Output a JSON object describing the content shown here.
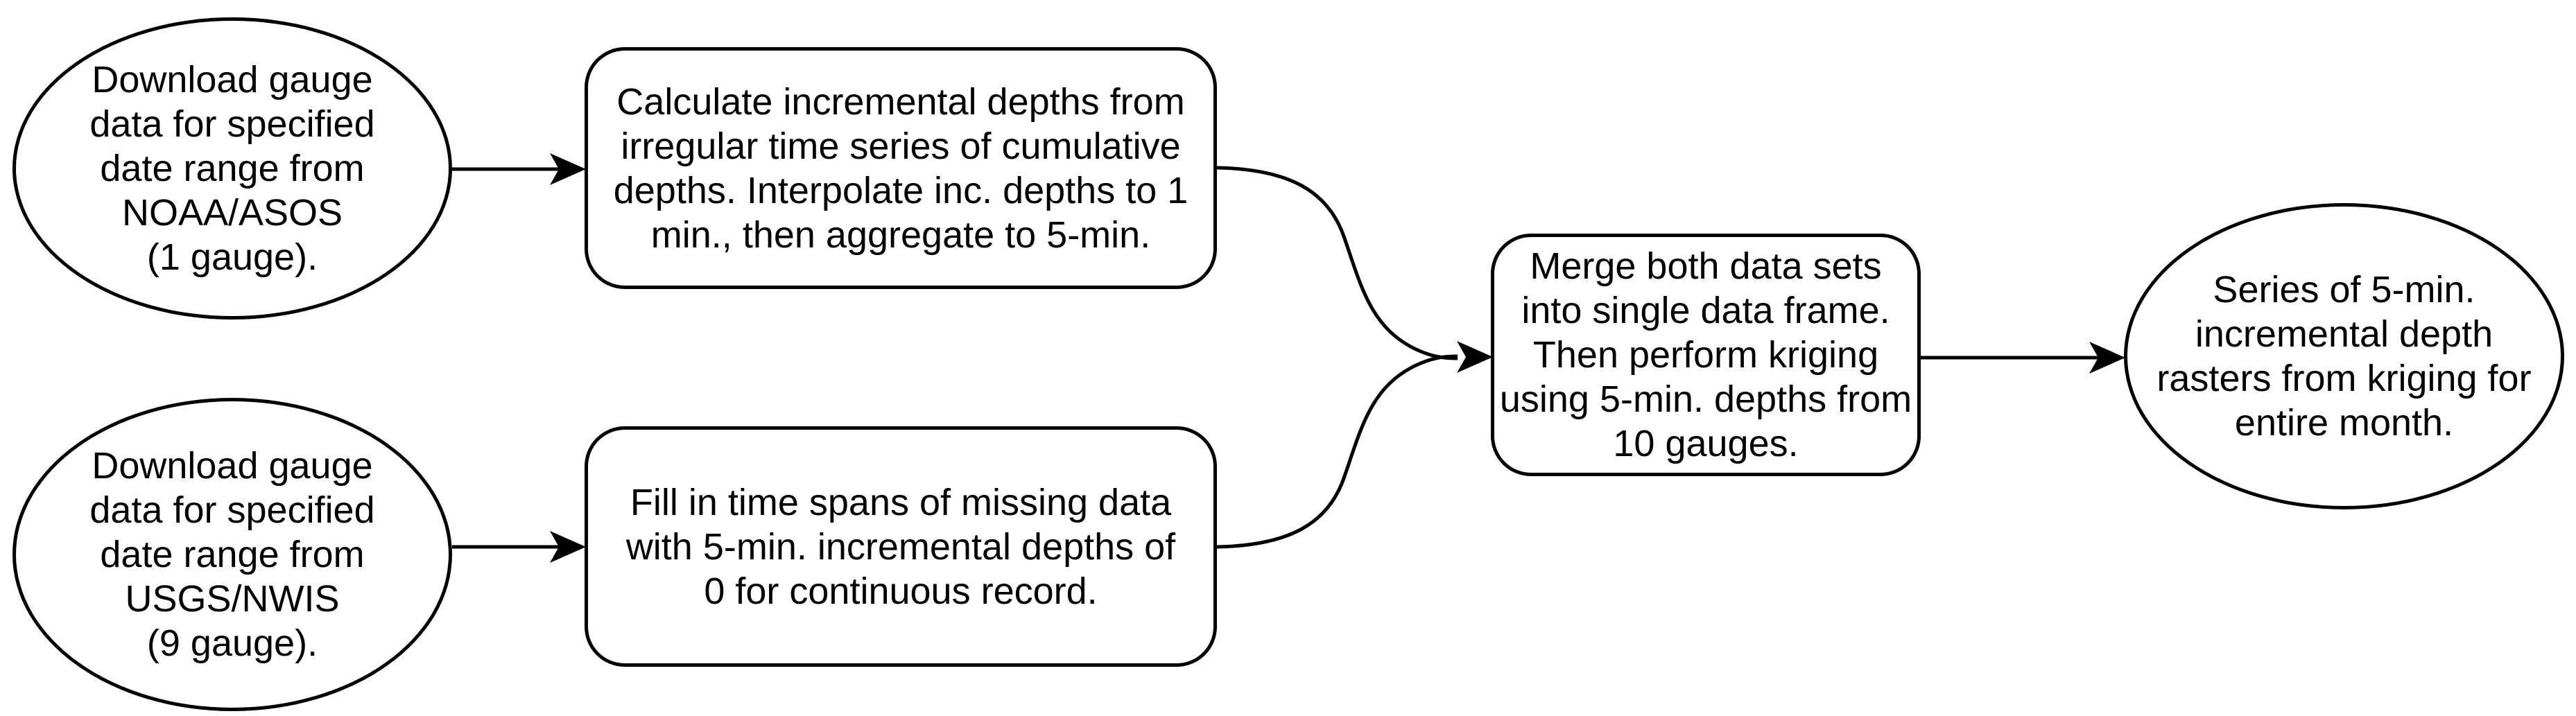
{
  "diagram": {
    "type": "flowchart",
    "colors": {
      "background": "#ffffff",
      "shape_fill": "#ffffff",
      "stroke": "#000000",
      "text": "#000000"
    },
    "nodes": {
      "noaa": {
        "shape": "ellipse",
        "lines": [
          "Download gauge",
          "data for specified",
          "date range from",
          "NOAA/ASOS",
          "(1 gauge)."
        ]
      },
      "calc": {
        "shape": "rounded-rectangle",
        "lines": [
          "Calculate incremental depths from",
          "irregular time series of cumulative",
          "depths. Interpolate inc. depths to 1",
          "min., then aggregate to 5-min."
        ]
      },
      "usgs": {
        "shape": "ellipse",
        "lines": [
          "Download gauge",
          "data for specified",
          "date range from",
          "USGS/NWIS",
          "(9 gauge)."
        ]
      },
      "fill": {
        "shape": "rounded-rectangle",
        "lines": [
          "Fill in time spans of missing data",
          "with 5-min. incremental depths of",
          "0 for continuous record."
        ]
      },
      "merge": {
        "shape": "rounded-rectangle",
        "lines": [
          "Merge both data sets",
          "into single data frame.",
          "Then perform kriging",
          "using 5-min. depths from",
          "10 gauges."
        ]
      },
      "output": {
        "shape": "ellipse",
        "lines": [
          "Series of 5-min.",
          "incremental depth",
          "rasters from kriging for",
          "entire month."
        ]
      }
    },
    "edges": [
      {
        "from": "noaa",
        "to": "calc",
        "style": "straight-arrow"
      },
      {
        "from": "usgs",
        "to": "fill",
        "style": "straight-arrow"
      },
      {
        "from": "calc",
        "to": "merge",
        "style": "curved-arrow"
      },
      {
        "from": "fill",
        "to": "merge",
        "style": "curved-arrow"
      },
      {
        "from": "merge",
        "to": "output",
        "style": "straight-arrow"
      }
    ]
  }
}
